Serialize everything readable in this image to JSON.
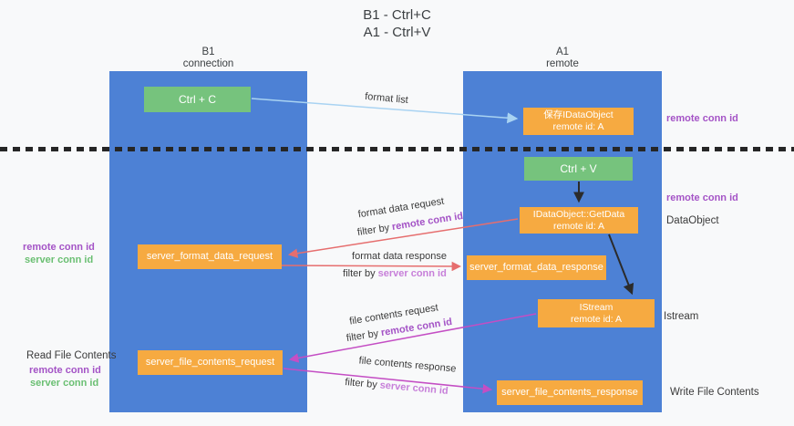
{
  "title": {
    "line1": "B1 - Ctrl+C",
    "line2": "A1 - Ctrl+V"
  },
  "columns": {
    "left": {
      "title": "B1",
      "subtitle": "connection"
    },
    "right": {
      "title": "A1",
      "subtitle": "remote"
    }
  },
  "boxes": {
    "ctrl_c": {
      "label": "Ctrl + C"
    },
    "ctrl_v": {
      "label": "Ctrl + V"
    },
    "save_idataobject": {
      "line1": "保存IDataObject",
      "line2": "remote id: A"
    },
    "idataobject_getdata": {
      "line1": "IDataObject::GetData",
      "line2": "remote id: A"
    },
    "istream": {
      "line1": "IStream",
      "line2": "remote id: A"
    },
    "server_format_data_request": {
      "label": "server_format_data_request"
    },
    "server_format_data_response": {
      "label": "server_format_data_response"
    },
    "server_file_contents_request": {
      "label": "server_file_contents_request"
    },
    "server_file_contents_response": {
      "label": "server_file_contents_response"
    }
  },
  "arrows": {
    "format_list": {
      "label": "format list"
    },
    "format_data_request": {
      "label": "format data request",
      "prefix": "filter by",
      "key": "remote conn id"
    },
    "format_data_response": {
      "label": "format data response",
      "prefix": "filter by",
      "key": "server conn id"
    },
    "file_contents_request": {
      "label": "file contents request",
      "prefix": "filter by",
      "key": "remote conn id"
    },
    "file_contents_response": {
      "label": "file contents response",
      "prefix": "filter by",
      "key": "server conn id"
    }
  },
  "side_labels": {
    "remote_conn_id_top": "remote conn id",
    "remote_conn_id_middle": "remote conn id",
    "dataobject": "DataObject",
    "istream": "Istream",
    "write_file_contents": "Write File Contents",
    "read_file_contents": "Read File Contents",
    "format_remote_conn_id": "remote conn id",
    "format_server_conn_id": "server conn id",
    "file_remote_conn_id": "remote conn id",
    "file_server_conn_id": "server conn id"
  },
  "colors": {
    "background": "#f8f9fa",
    "column_blue": "#4d81d5",
    "box_orange": "#f6aa41",
    "box_green": "#76c37d",
    "arrow_red": "#e66e6e",
    "arrow_magenta": "#c44ec4",
    "arrow_light_blue": "#a9d3f2",
    "arrow_black": "#2b2b2b",
    "text_purple": "#a453c6",
    "text_light_purple": "#c77fd9",
    "text_green": "#6abf72"
  }
}
